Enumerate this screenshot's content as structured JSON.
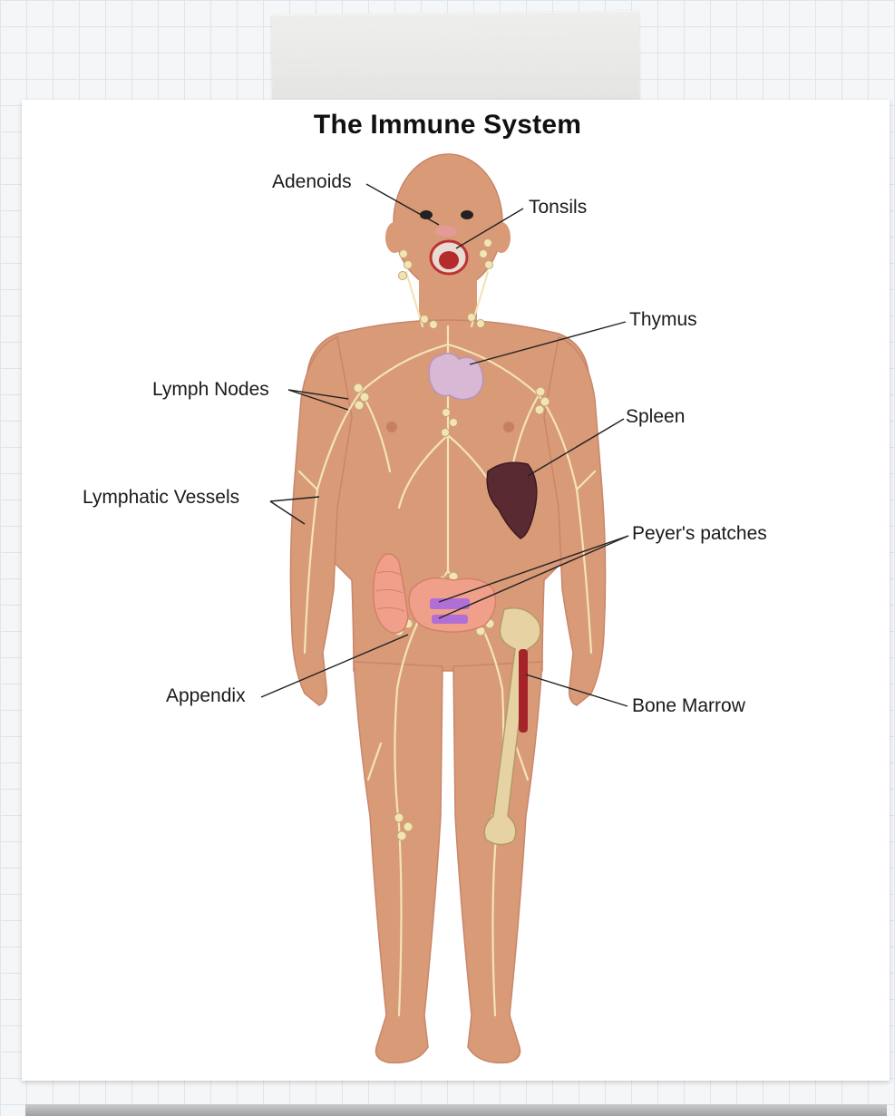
{
  "title": "The Immune System",
  "labels": {
    "adenoids": "Adenoids",
    "tonsils": "Tonsils",
    "thymus": "Thymus",
    "lymph_nodes": "Lymph Nodes",
    "spleen": "Spleen",
    "lymphatic_vessels": "Lymphatic Vessels",
    "peyers_patches": "Peyer's patches",
    "appendix": "Appendix",
    "bone_marrow": "Bone Marrow"
  },
  "colors": {
    "skin": "#d99a78",
    "skin_shade": "#c9866a",
    "lymph": "#f3e4b8",
    "thymus": "#d9b8d6",
    "spleen": "#5a2a33",
    "bone": "#e6d2a2",
    "marrow": "#a5242a",
    "intestine": "#f0a08a",
    "peyers": "#b06fd6"
  }
}
